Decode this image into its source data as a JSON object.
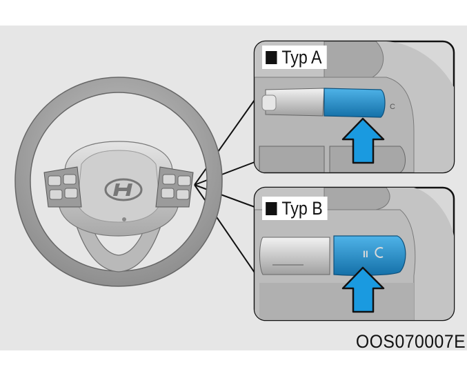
{
  "labels": {
    "type_a": "Typ A",
    "type_b": "Typ B"
  },
  "figure_code": "OOS070007E",
  "icons": {
    "brand": "hyundai-logo-icon",
    "switch": "lane-assist-switch-icon",
    "press": "arrow-up-icon"
  },
  "colors": {
    "background": "#e6e6e6",
    "button_blue": "#1e88c8",
    "arrow_blue": "#1a9ae0",
    "outline": "#111111"
  }
}
